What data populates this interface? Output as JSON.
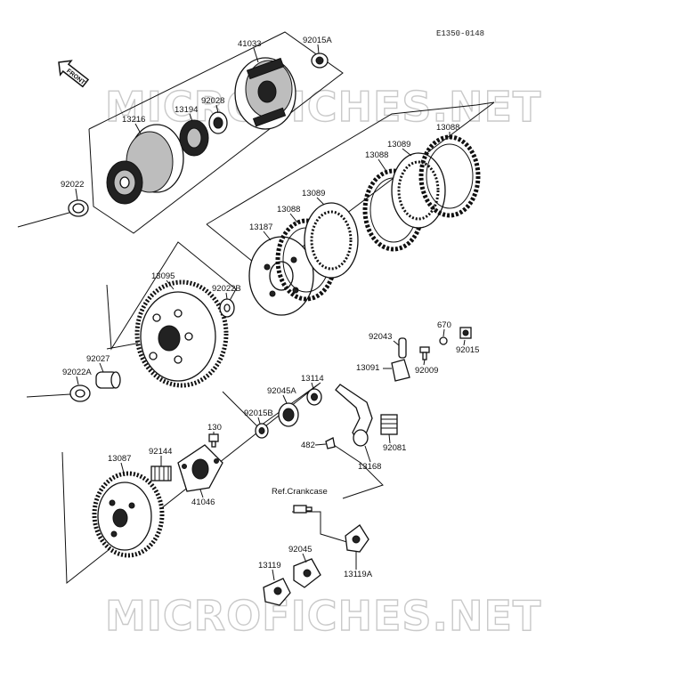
{
  "diagram": {
    "code": "E1350-0148",
    "front_label": "FRONT",
    "watermark": "MICROFICHES.NET",
    "ref_label": "Ref.Crankcase",
    "labels": {
      "p41033": "41033",
      "p92015A": "92015A",
      "p92028": "92028",
      "p13194": "13194",
      "p13216": "13216",
      "p92022": "92022",
      "p13088a": "13088",
      "p13089a": "13089",
      "p13088b": "13088",
      "p13089b": "13089",
      "p13088c": "13088",
      "p13187": "13187",
      "p13095": "13095",
      "p92022B": "92022B",
      "p92027": "92027",
      "p92022A": "92022A",
      "p670": "670",
      "p92043": "92043",
      "p92015": "92015",
      "p13091": "13091",
      "p92009": "92009",
      "p13114": "13114",
      "p92045A": "92045A",
      "p130": "130",
      "p92015B": "92015B",
      "p482": "482",
      "p92081": "92081",
      "p13168": "13168",
      "p92144": "92144",
      "p13087": "13087",
      "p41046": "41046",
      "p92045": "92045",
      "p13119": "13119",
      "p13119A": "13119A"
    }
  }
}
